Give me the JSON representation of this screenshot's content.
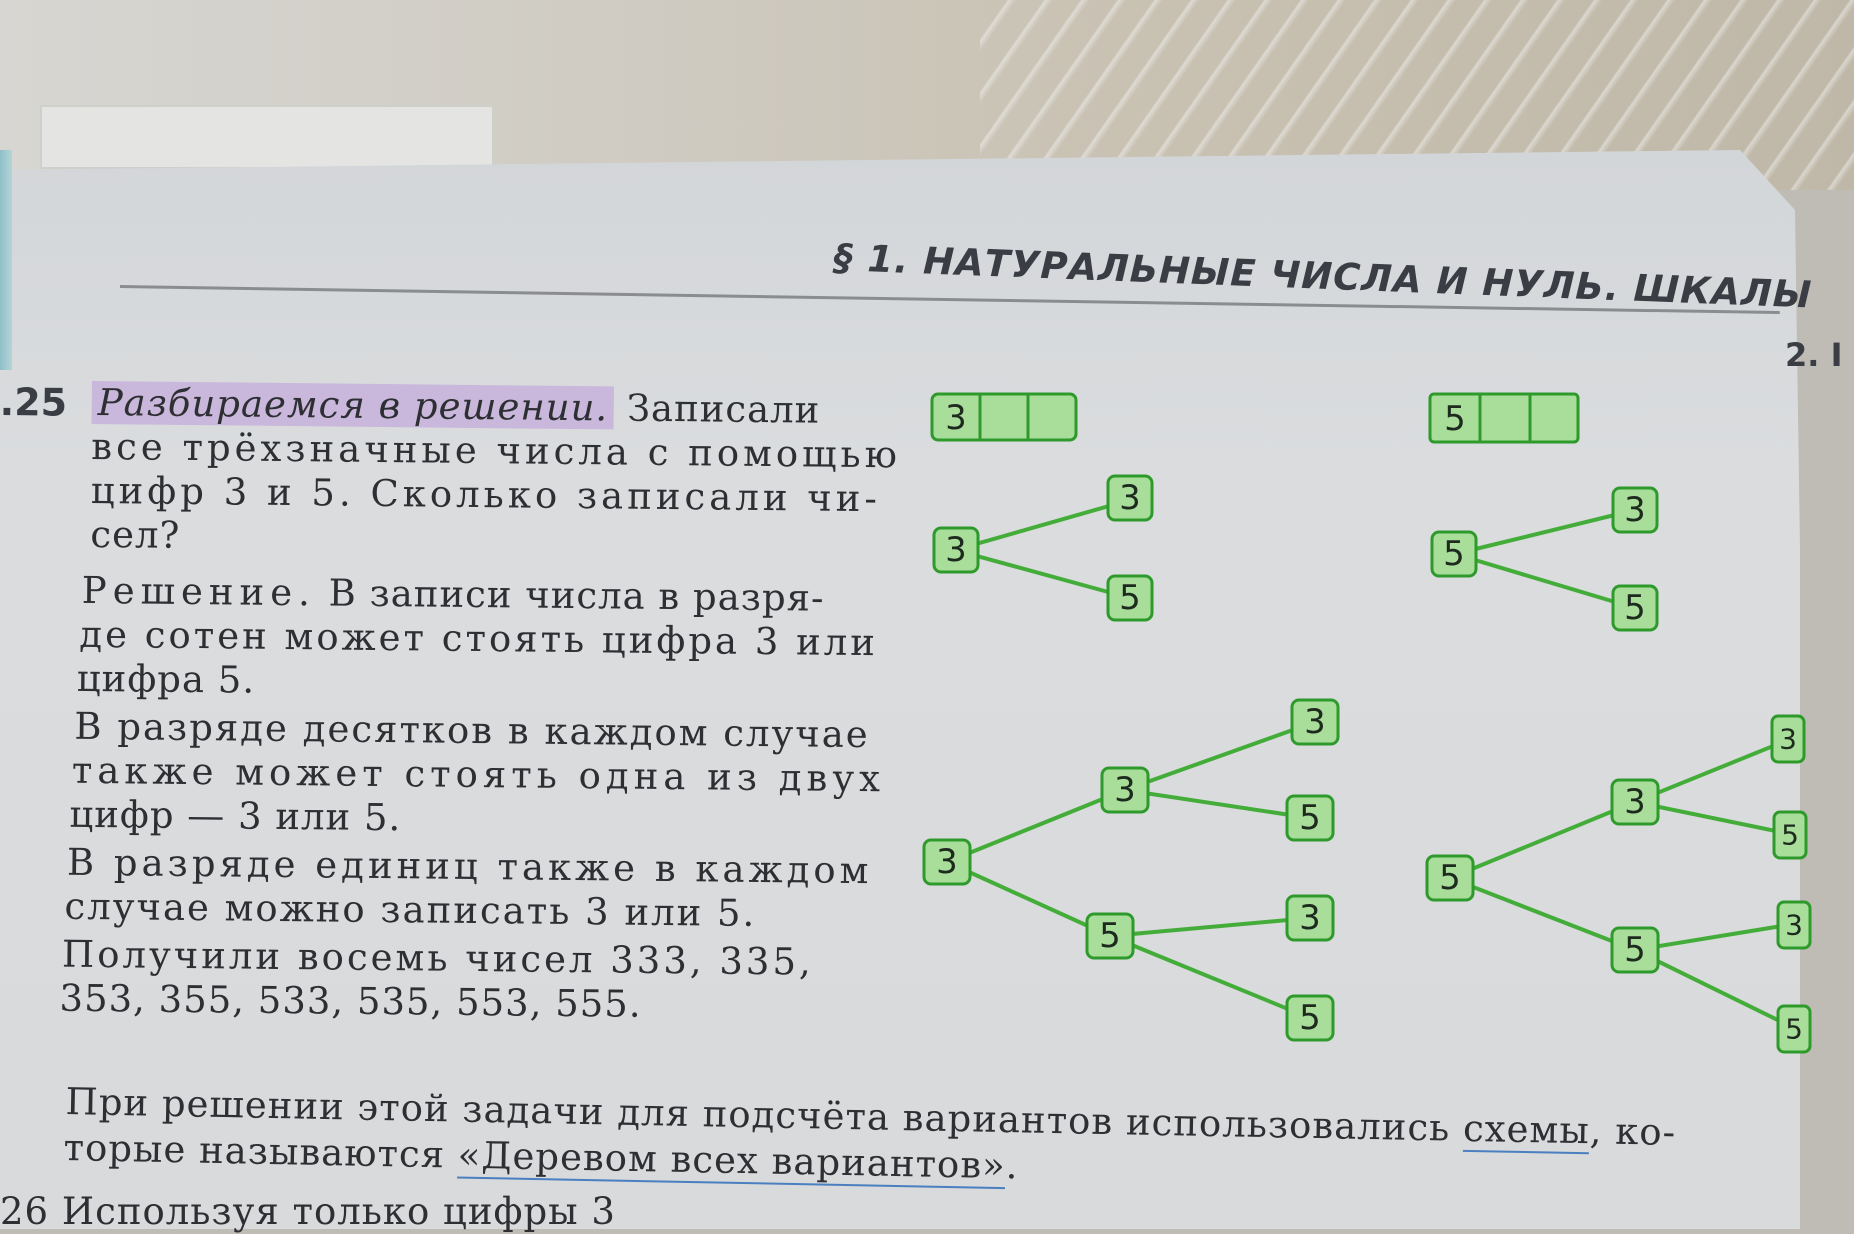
{
  "header": {
    "title": "§ 1. НАТУРАЛЬНЫЕ ЧИСЛА И НУЛЬ. ШКАЛЫ",
    "corner_number": "2. I"
  },
  "problem": {
    "number": ".25",
    "title_highlight": "Разбираемся в решении.",
    "lines": [
      "Записали",
      "все трёхзначные числа с помощью",
      "цифр 3 и 5. Сколько записали чи-",
      "сел?"
    ],
    "solution_label": "Решение.",
    "solution_lines": [
      "В записи числа в разря-",
      "де сотен может стоять цифра 3 или",
      "цифра 5.",
      "В разряде десятков в каждом случае",
      "также может стоять одна из двух",
      "цифр — 3 или 5.",
      "В разряде единиц также в каждом",
      "случае можно записать 3 или 5.",
      "Получили восемь чисел 333, 335,",
      "353, 355, 533, 535, 553, 555."
    ],
    "bottom_line_1_a": "При решении этой задачи для подсчёта вариантов использовались ",
    "bottom_line_1_link": "схемы",
    "bottom_line_1_b": ", ко-",
    "bottom_line_2_a": "торые называются ",
    "bottom_line_2_link": "«Деревом всех вариантов»",
    "bottom_line_2_b": ".",
    "next_problem": "26 Используя только цифры 3"
  },
  "diagrams": {
    "box_left": [
      "3",
      "",
      ""
    ],
    "box_right": [
      "5",
      "",
      ""
    ],
    "tree_small_left": {
      "root": "3",
      "children": [
        "3",
        "5"
      ]
    },
    "tree_small_right": {
      "root": "5",
      "children": [
        "3",
        "5"
      ]
    },
    "tree_big_left": {
      "root": "3",
      "level1": [
        "3",
        "5"
      ],
      "level2": [
        "3",
        "5",
        "3",
        "5"
      ]
    },
    "tree_big_right": {
      "root": "5",
      "level1": [
        "3",
        "5"
      ],
      "level2": [
        "3",
        "5",
        "3",
        "5"
      ]
    }
  }
}
